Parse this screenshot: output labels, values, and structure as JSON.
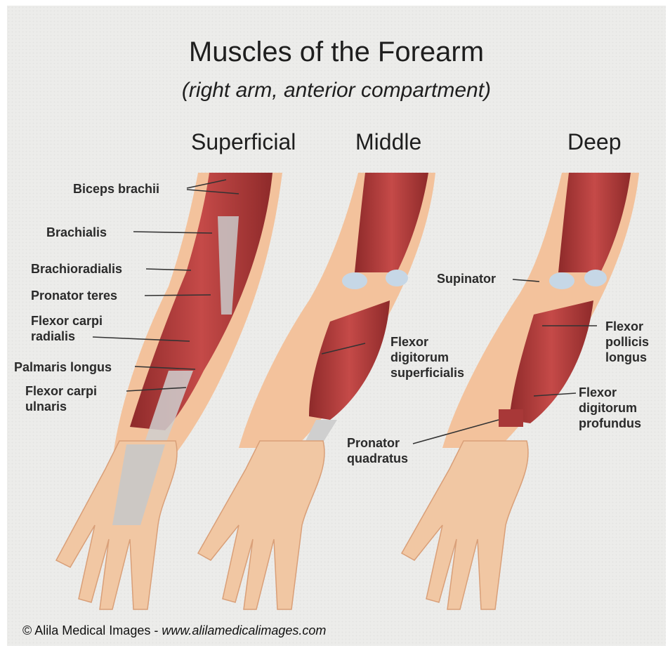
{
  "title": "Muscles of the Forearm",
  "subtitle": "(right arm, anterior compartment)",
  "columns": {
    "superficial": "Superficial",
    "middle": "Middle",
    "deep": "Deep"
  },
  "labels": {
    "biceps_brachii": "Biceps brachii",
    "brachialis": "Brachialis",
    "brachioradialis": "Brachioradialis",
    "pronator_teres": "Pronator teres",
    "flexor_carpi_radialis_1": "Flexor carpi",
    "flexor_carpi_radialis_2": "radialis",
    "palmaris_longus": "Palmaris longus",
    "flexor_carpi_ulnaris_1": "Flexor carpi",
    "flexor_carpi_ulnaris_2": "ulnaris",
    "fds_1": "Flexor",
    "fds_2": "digitorum",
    "fds_3": "superficialis",
    "supinator": "Supinator",
    "fpl_1": "Flexor",
    "fpl_2": "pollicis",
    "fpl_3": "longus",
    "fdp_1": "Flexor",
    "fdp_2": "digitorum",
    "fdp_3": "profundus",
    "pq_1": "Pronator",
    "pq_2": "quadratus"
  },
  "footer": {
    "copyright": "© Alila Medical Images",
    "separator": " - ",
    "url": "www.alilamedicalimages.com"
  },
  "colors": {
    "muscle": "#b23a3a",
    "tendon": "#c9c9c9",
    "skin": "#f0b48a",
    "bone": "#e8c6a4"
  }
}
